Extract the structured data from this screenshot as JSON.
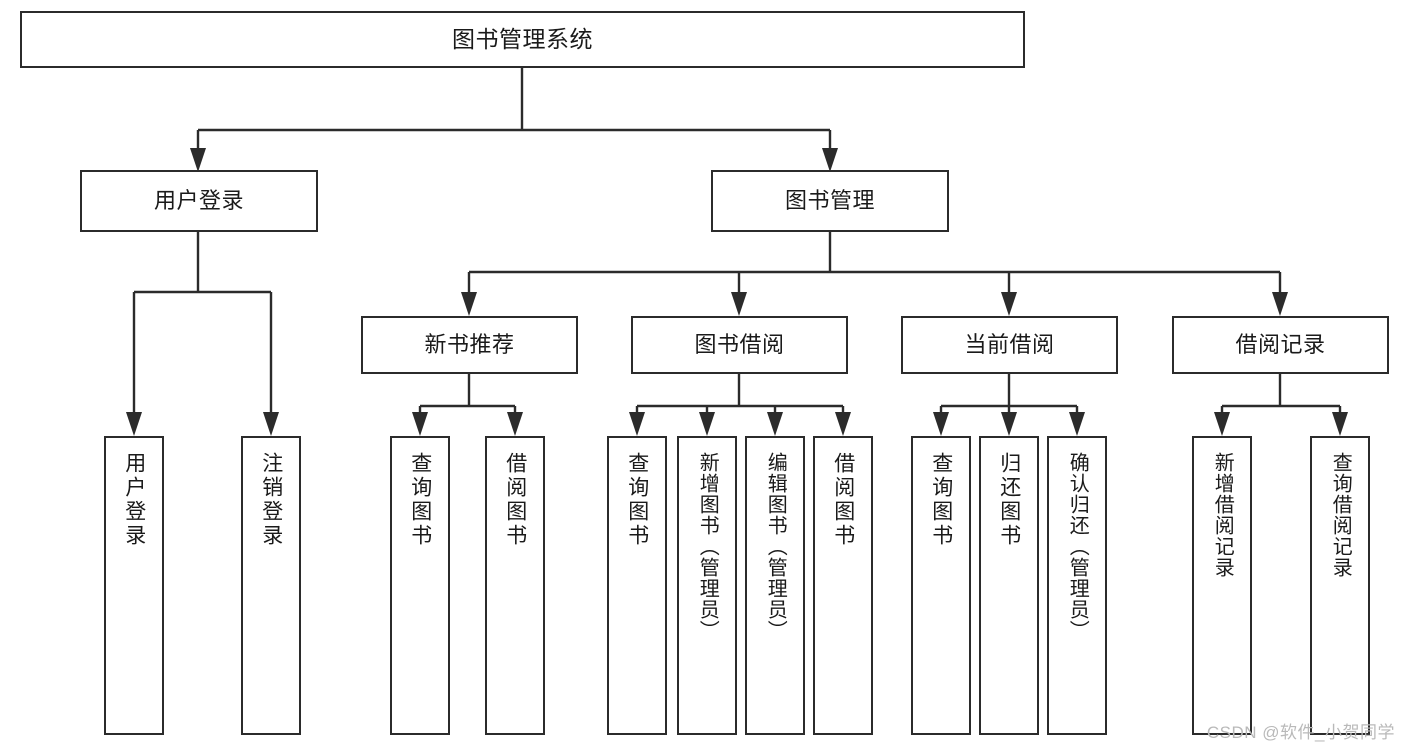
{
  "diagram": {
    "title": "图书管理系统",
    "type": "tree-hierarchy-chart",
    "root": {
      "label": "图书管理系统"
    },
    "level2": [
      {
        "id": "user-login",
        "label": "用户登录"
      },
      {
        "id": "book-management",
        "label": "图书管理"
      }
    ],
    "level3": [
      {
        "id": "new-book-recommend",
        "label": "新书推荐"
      },
      {
        "id": "book-borrow",
        "label": "图书借阅"
      },
      {
        "id": "current-borrow",
        "label": "当前借阅"
      },
      {
        "id": "borrow-record",
        "label": "借阅记录"
      }
    ],
    "leaves": {
      "user_login": [
        {
          "id": "leaf-user-login",
          "label": "用户登录"
        },
        {
          "id": "leaf-logout-login",
          "label": "注销登录"
        }
      ],
      "new_book_recommend": [
        {
          "id": "leaf-query-book-1",
          "label": "查询图书"
        },
        {
          "id": "leaf-borrow-book-1",
          "label": "借阅图书"
        }
      ],
      "book_borrow": [
        {
          "id": "leaf-query-book-2",
          "label": "查询图书"
        },
        {
          "id": "leaf-add-book",
          "label": "新增图书（管理员）"
        },
        {
          "id": "leaf-edit-book",
          "label": "编辑图书（管理员）"
        },
        {
          "id": "leaf-borrow-book-2",
          "label": "借阅图书"
        }
      ],
      "current_borrow": [
        {
          "id": "leaf-query-book-3",
          "label": "查询图书"
        },
        {
          "id": "leaf-return-book",
          "label": "归还图书"
        },
        {
          "id": "leaf-confirm-return",
          "label": "确认归还（管理员）"
        }
      ],
      "borrow_record": [
        {
          "id": "leaf-add-record",
          "label": "新增借阅记录"
        },
        {
          "id": "leaf-query-record",
          "label": "查询借阅记录"
        }
      ]
    }
  },
  "watermark": {
    "text": "CSDN @软件_小贺同学"
  },
  "colors": {
    "stroke": "#2b2b2b",
    "background": "#ffffff",
    "text": "#1a1a1a",
    "watermark": "#b9b9b9"
  }
}
